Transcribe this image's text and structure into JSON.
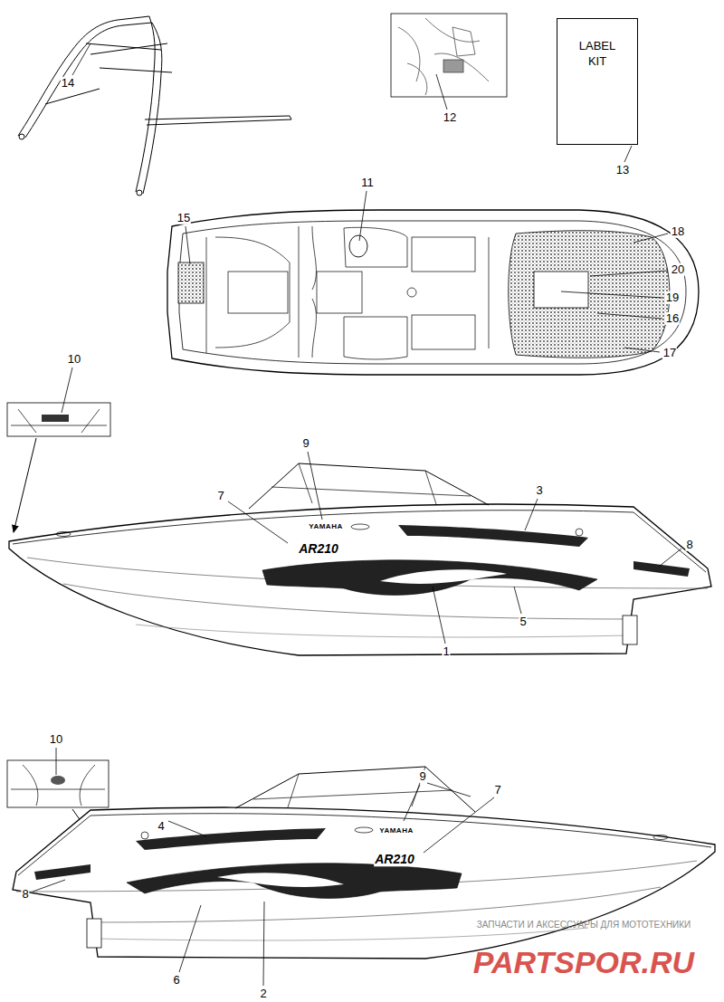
{
  "diagram": {
    "nodes": [
      {
        "text": [
          "LABEL KIT"
        ]
      }
    ],
    "labels": [
      "14",
      "12",
      "13",
      "11",
      "15",
      "18",
      "20",
      "19",
      "16",
      "17",
      "10",
      "9",
      "7",
      "YAMAHA",
      "AR210",
      "3",
      "8",
      "1",
      "5",
      "10",
      "9",
      "7",
      "YAMAHA",
      "AR210",
      "4",
      "8",
      "6",
      "2",
      "ЗАПЧАСТИ И АКСЕССУАРЫ ДЛЯ МОТОТЕХНИКИ",
      "PARTSPOR.RU"
    ]
  }
}
